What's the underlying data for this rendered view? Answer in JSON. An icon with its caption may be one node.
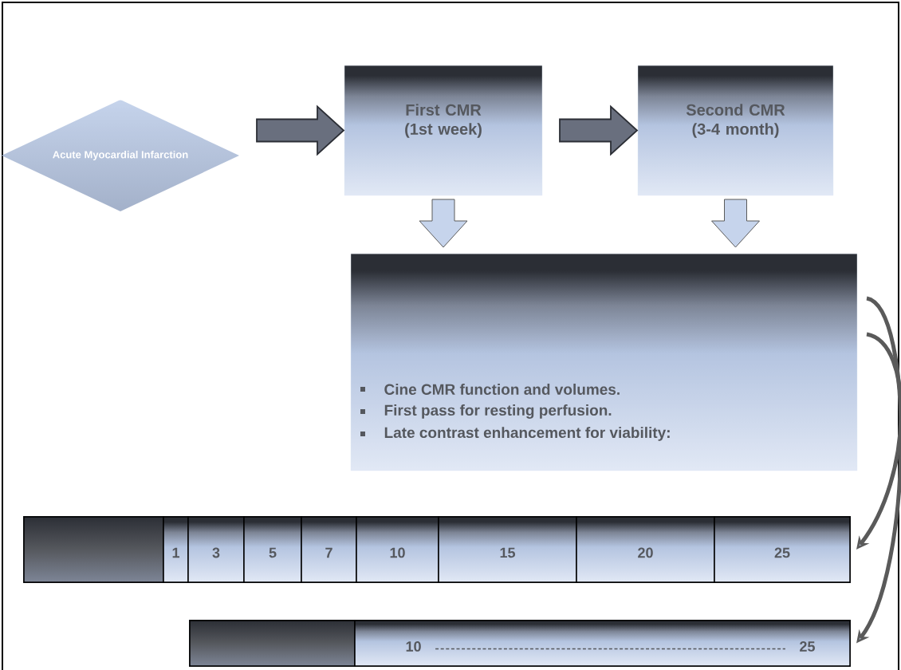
{
  "diagram": {
    "nodes": [
      {
        "text": [
          "Acute Myocardial Infarction"
        ]
      },
      {
        "text": [
          "First CMR (1st week)"
        ]
      },
      {
        "text": [
          "Second CMR (3-4 month)"
        ]
      },
      {
        "text": [
          "Cine CMR function and volumes.",
          "First pass for resting perfusion.",
          "Late contrast enhancement for viability:"
        ]
      },
      {
        "text": [],
        "shape": "bar"
      },
      {
        "text": [],
        "shape": "box",
        "in": 4
      },
      {
        "text": [
          "1"
        ],
        "in": 4
      },
      {
        "text": [
          "3"
        ],
        "in": 4
      },
      {
        "text": [
          "5"
        ],
        "in": 4
      },
      {
        "text": [
          "7"
        ],
        "in": 4
      },
      {
        "text": [
          "10"
        ],
        "in": 4
      },
      {
        "text": [
          "15"
        ],
        "in": 4
      },
      {
        "text": [
          "20"
        ],
        "in": 4
      },
      {
        "text": [
          "25"
        ],
        "in": 4
      },
      {
        "text": [],
        "shape": "bar"
      },
      {
        "text": [],
        "shape": "box",
        "in": 14
      },
      {
        "text": [
          "10",
          "25"
        ],
        "in": 14
      }
    ],
    "edges": [
      {
        "from": 0,
        "to": 1,
        "arrow": "to"
      },
      {
        "from": 1,
        "to": 2,
        "arrow": "to"
      },
      {
        "from": 1,
        "to": 3,
        "arrow": "to"
      },
      {
        "from": 2,
        "to": 3,
        "arrow": "to"
      },
      {
        "from": 3,
        "to": 14,
        "arrow": "to"
      },
      {
        "from": 3,
        "to": 4,
        "arrow": "to"
      }
    ]
  }
}
